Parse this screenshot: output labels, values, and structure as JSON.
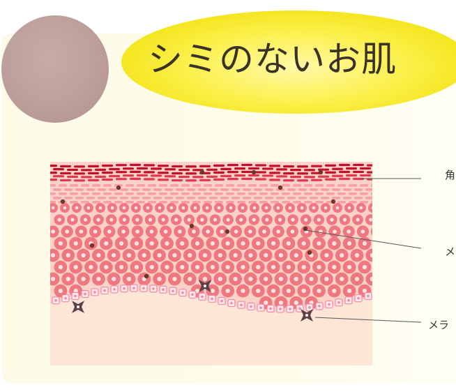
{
  "title": "シミのないお肌",
  "labels": [
    "角",
    "メ",
    "メラ"
  ],
  "colors": {
    "stratum_corneum": "#c2102a",
    "cell": "#ef7780",
    "cell_center": "#fbe3e3",
    "melanin": "#6b3a24",
    "melanocyte": "#5c4048",
    "dermis": "#fde6d6",
    "title_oval": "#f4e41a",
    "panel": "#fdfbe8"
  }
}
